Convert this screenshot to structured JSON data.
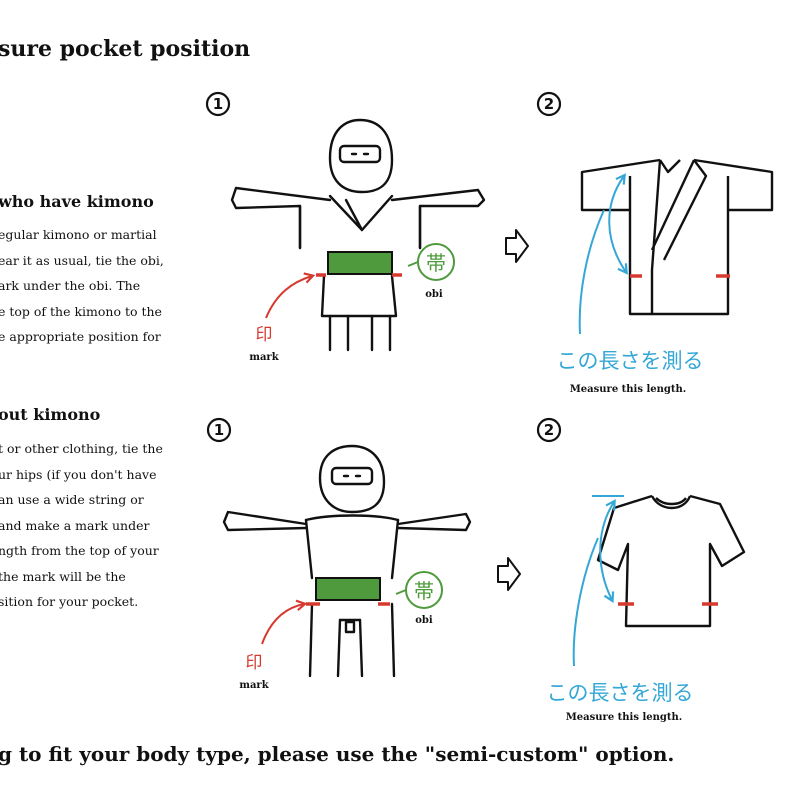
{
  "title": "sure pocket position",
  "section1": {
    "heading": "who have kimono",
    "lines": [
      "egular kimono or martial",
      "ear it as usual, tie the obi,",
      "ark under the obi. The",
      "e top of the kimono to the",
      "e appropriate position for"
    ]
  },
  "section2": {
    "heading": "out kimono",
    "lines": [
      "t or other clothing, tie the",
      "ur hips (if you don't have",
      "an use a wide string or",
      " and make a mark under",
      "ngth from the top of your",
      " the mark will be the",
      "sition for your pocket."
    ]
  },
  "illustration": {
    "step1": "①",
    "step2": "②",
    "obi_kanji": "帯",
    "obi_label": "obi",
    "mark_kanji": "印",
    "mark_label": "mark",
    "measure_jp": "この長さを測る",
    "measure_en": "Measure this length."
  },
  "footer": "g to fit your body type, please use the \"semi-custom\" option.",
  "colors": {
    "obi_green": "#4f9a3c",
    "mark_red": "#d63a2f",
    "measure_blue": "#34a7d6"
  },
  "icons": [
    "circled-one-icon",
    "circled-two-icon",
    "arrow-right-icon",
    "measure-arrow-icon"
  ]
}
